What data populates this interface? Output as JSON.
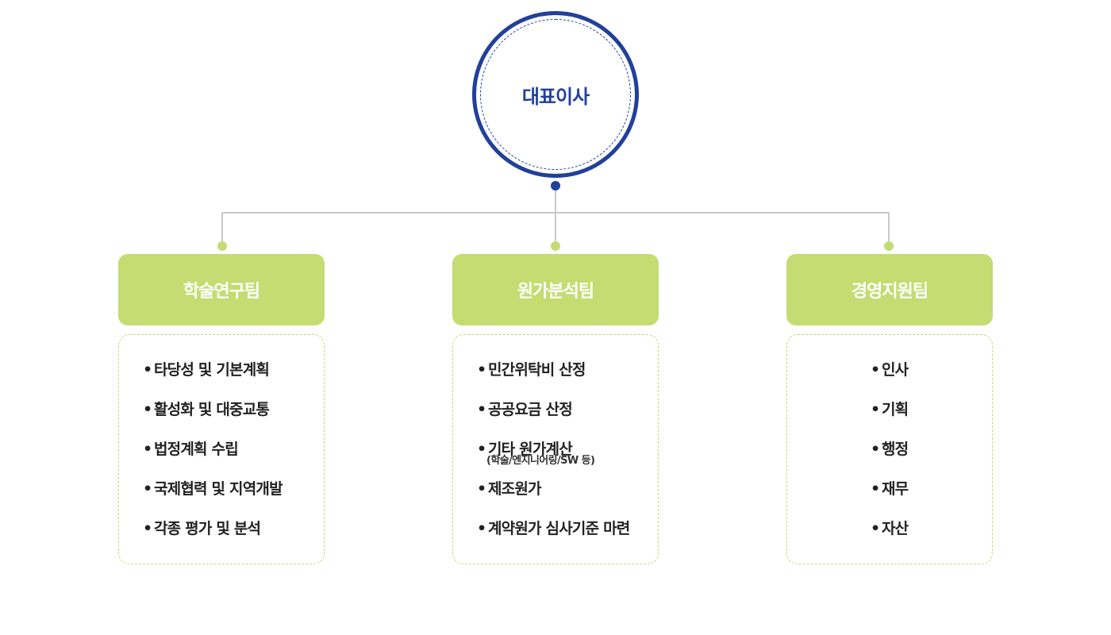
{
  "ceo": {
    "title": "대표이사"
  },
  "colors": {
    "ceo_blue": "#21409a",
    "team_green": "#c4dc71",
    "connector_gray": "#c8c8c8",
    "text_dark": "#222222"
  },
  "teams": [
    {
      "name": "학술연구팀",
      "items": [
        {
          "label": "타당성 및 기본계획"
        },
        {
          "label": "활성화 및 대중교통"
        },
        {
          "label": "법정계획 수립"
        },
        {
          "label": "국제협력 및 지역개발"
        },
        {
          "label": "각종 평가 및 분석"
        }
      ]
    },
    {
      "name": "원가분석팀",
      "items": [
        {
          "label": "민간위탁비 산정"
        },
        {
          "label": "공공요금 산정"
        },
        {
          "label": "기타 원가계산",
          "note": "(학술/엔지니어링/SW 등)"
        },
        {
          "label": "제조원가"
        },
        {
          "label": "계약원가 심사기준 마련"
        }
      ]
    },
    {
      "name": "경영지원팀",
      "items": [
        {
          "label": "인사"
        },
        {
          "label": "기획"
        },
        {
          "label": "행정"
        },
        {
          "label": "재무"
        },
        {
          "label": "자산"
        }
      ]
    }
  ]
}
